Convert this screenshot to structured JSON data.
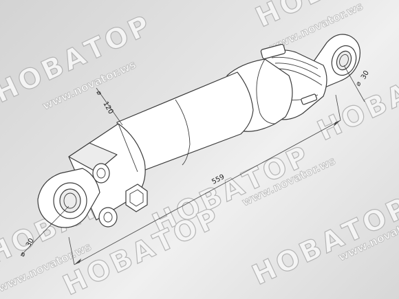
{
  "watermark": {
    "logo": "НОВАТОР",
    "url": "www.novator.ws"
  },
  "dimensions": {
    "length": "559",
    "body_diameter": "120",
    "eye_diameter_left": "30",
    "eye_diameter_right": "30",
    "diameter_symbol": "⌀"
  },
  "colors": {
    "background": "#dcdcdc",
    "line": "#3a3a3a"
  }
}
